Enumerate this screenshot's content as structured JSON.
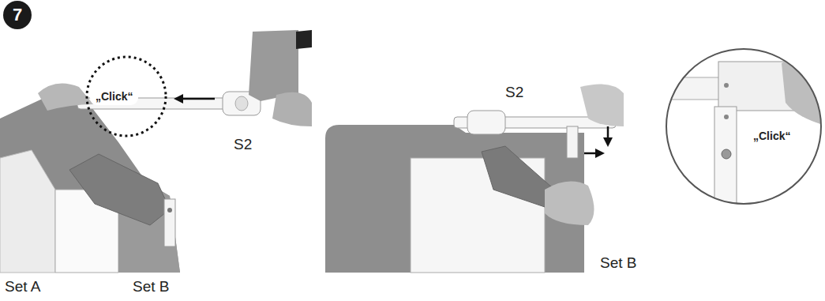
{
  "diagram": {
    "nodes": [
      {
        "text": [
          "7"
        ]
      },
      {
        "text": [
          "„Click“"
        ]
      },
      {
        "text": [
          "„Click“"
        ]
      }
    ],
    "labels": [
      "S2",
      "Set A",
      "Set B",
      "S2",
      "Set B"
    ]
  }
}
